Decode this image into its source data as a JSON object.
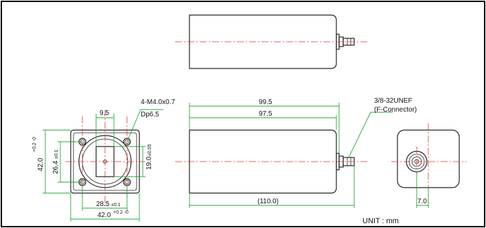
{
  "labels": {
    "thread": "4-M4.0x0.7",
    "depth": "Dp6.5",
    "dim_9_5": "9.5",
    "dim_42_v": "42.0",
    "dim_42_v_tol": "+0.2 -0",
    "dim_26_4": "26.4",
    "dim_26_4_tol": "±0.1",
    "dim_19_0": "19.0",
    "dim_19_0_tol": "±0.05",
    "dim_28_5": "28.5",
    "dim_28_5_tol": "±0.1",
    "dim_42_h": "42.0",
    "dim_42_h_tol": "+0.2 -0",
    "dim_99_5": "99.5",
    "dim_97_5": "97.5",
    "dim_110": "(110.0)",
    "connector_thread": "3/8-32UNEF",
    "connector_name": "(F-Connector)",
    "dim_7_0": "7.0",
    "unit": "UNIT : mm"
  },
  "colors": {
    "outline": "#222222",
    "dimension": "#22aa33",
    "centerline": "#e03030"
  }
}
